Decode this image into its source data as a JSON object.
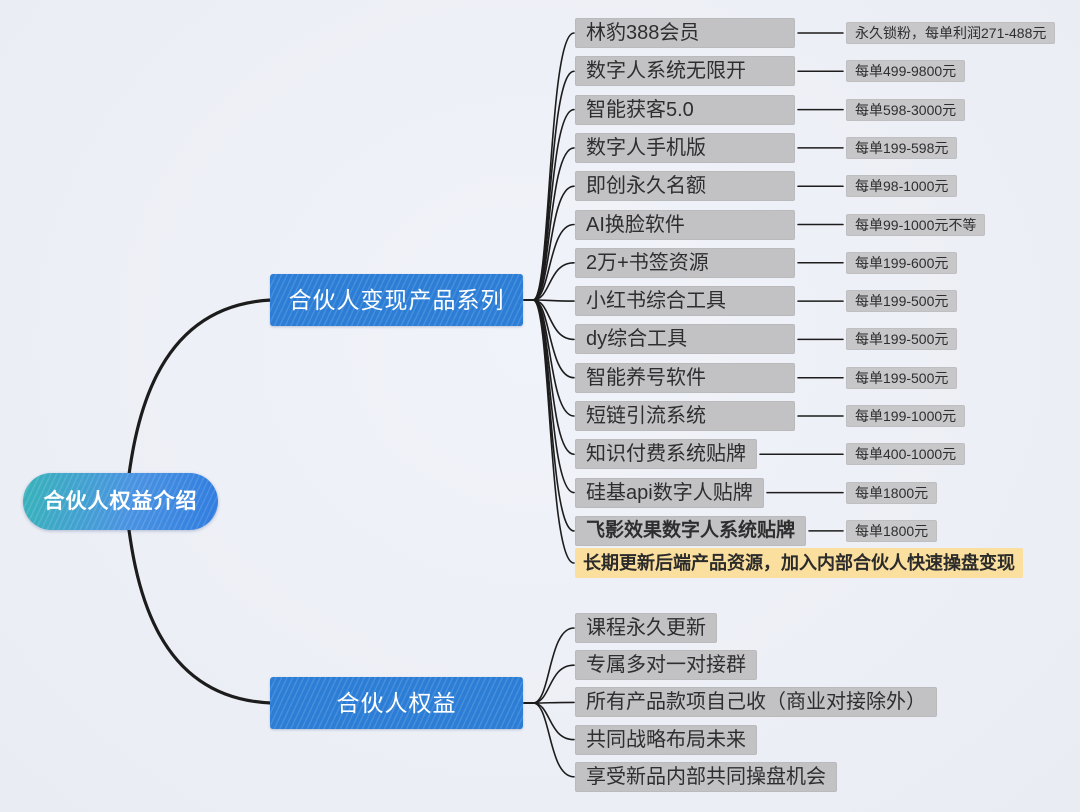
{
  "colors": {
    "background": "#edeff6",
    "root_gradient_left": "#38b3ba",
    "root_gradient_right": "#2f7cdf",
    "branch_blue": "#2b7dd6",
    "node_gray": "#c2c2c4",
    "price_gray": "#c7c7c9",
    "highlight_yellow": "#fbdf9e",
    "line_black": "#1c1c1c",
    "text_dark": "#2e2e2e",
    "text_white": "#ffffff"
  },
  "root": {
    "label": "合伙人权益介绍"
  },
  "branches": [
    {
      "label": "合伙人变现产品系列",
      "children": [
        {
          "label": "林豹388会员",
          "price": "永久锁粉，每单利润271-488元"
        },
        {
          "label": "数字人系统无限开",
          "price": "每单499-9800元"
        },
        {
          "label": "智能获客5.0",
          "price": "每单598-3000元"
        },
        {
          "label": "数字人手机版",
          "price": "每单199-598元"
        },
        {
          "label": "即创永久名额",
          "price": "每单98-1000元"
        },
        {
          "label": "AI换脸软件",
          "price": "每单99-1000元不等"
        },
        {
          "label": "2万+书签资源",
          "price": "每单199-600元"
        },
        {
          "label": "小红书综合工具",
          "price": "每单199-500元"
        },
        {
          "label": "dy综合工具",
          "price": "每单199-500元"
        },
        {
          "label": "智能养号软件",
          "price": "每单199-500元"
        },
        {
          "label": "短链引流系统",
          "price": "每单199-1000元"
        },
        {
          "label": "知识付费系统贴牌",
          "price": "每单400-1000元"
        },
        {
          "label": "硅基api数字人贴牌",
          "price": "每单1800元"
        },
        {
          "label": "飞影效果数字人系统贴牌",
          "price": "每单1800元",
          "emphasis": true
        },
        {
          "label": "长期更新后端产品资源，加入内部合伙人快速操盘变现",
          "highlight": true
        }
      ]
    },
    {
      "label": "合伙人权益",
      "children": [
        {
          "label": "课程永久更新"
        },
        {
          "label": "专属多对一对接群"
        },
        {
          "label": "所有产品款项自己收（商业对接除外）"
        },
        {
          "label": "共同战略布局未来"
        },
        {
          "label": "享受新品内部共同操盘机会"
        }
      ]
    }
  ]
}
